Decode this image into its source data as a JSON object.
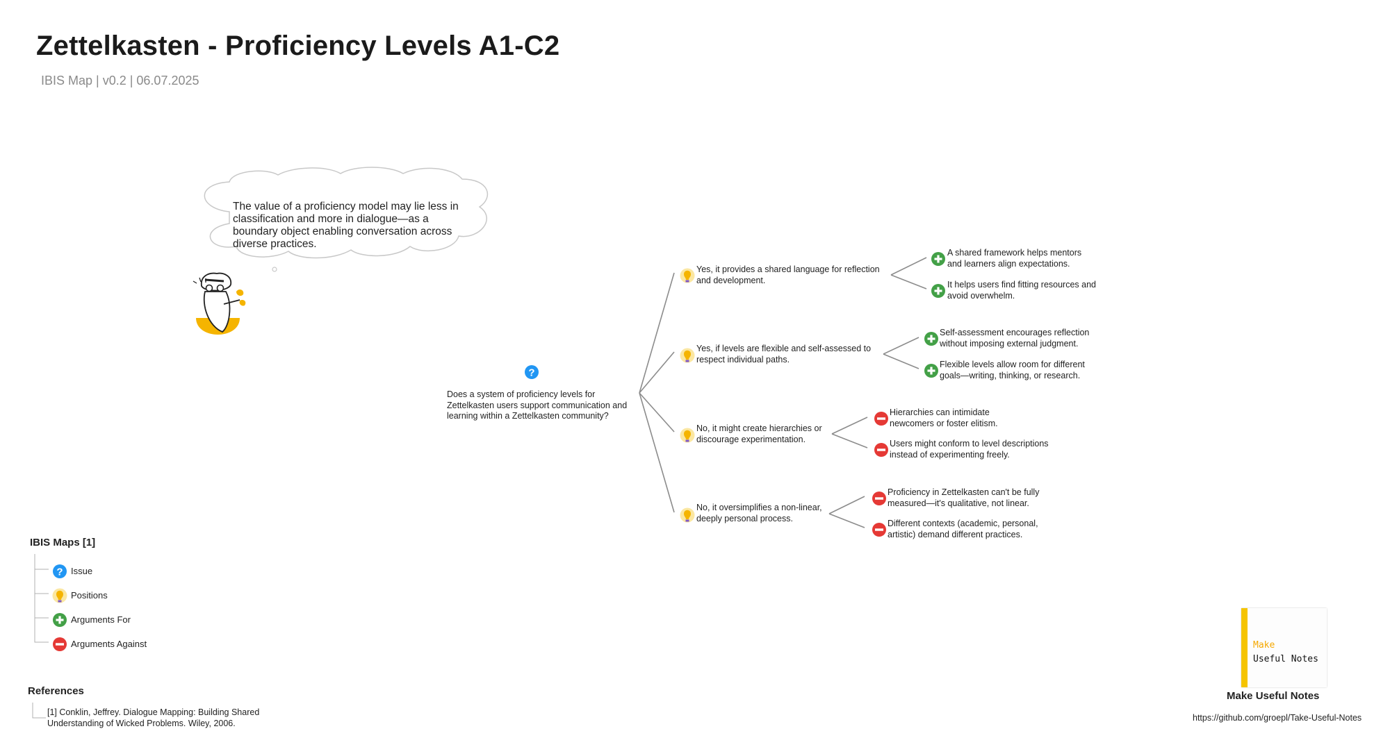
{
  "header": {
    "title": "Zettelkasten - Proficiency Levels A1-C2",
    "subtitle": "IBIS Map | v0.2 | 06.07.2025"
  },
  "cloud": {
    "text": "The value of a proficiency model may lie less in classification and more in dialogue—as a boundary object enabling conversation across diverse practices."
  },
  "issue": {
    "icon": "question-icon",
    "text": "Does a system of proficiency levels for Zettelkasten users support communication and learning within a Zettelkasten community?"
  },
  "positions": [
    {
      "text": "Yes, it provides a shared language for reflection and development.",
      "arguments": [
        {
          "type": "pro",
          "text": "A shared framework helps mentors and learners align expectations."
        },
        {
          "type": "pro",
          "text": "It helps users find fitting resources and avoid overwhelm."
        }
      ]
    },
    {
      "text": "Yes, if levels are flexible and self-assessed to respect individual paths.",
      "arguments": [
        {
          "type": "pro",
          "text": "Self-assessment encourages reflection without imposing external judgment."
        },
        {
          "type": "pro",
          "text": "Flexible levels allow room for different goals—writing, thinking, or research."
        }
      ]
    },
    {
      "text": "No, it might create hierarchies or discourage experimentation.",
      "arguments": [
        {
          "type": "con",
          "text": "Hierarchies can intimidate newcomers or foster elitism."
        },
        {
          "type": "con",
          "text": "Users might conform to level descriptions instead of experimenting freely."
        }
      ]
    },
    {
      "text": "No, it oversimplifies a non-linear, deeply personal process.",
      "arguments": [
        {
          "type": "con",
          "text": "Proficiency in Zettelkasten can't be fully measured—it's qualitative, not linear."
        },
        {
          "type": "con",
          "text": "Different contexts (academic, personal, artistic) demand different practices."
        }
      ]
    }
  ],
  "legend": {
    "title": "IBIS Maps [1]",
    "items": [
      {
        "label": "Issue",
        "icon": "question-icon"
      },
      {
        "label": "Positions",
        "icon": "lightbulb-icon"
      },
      {
        "label": "Arguments For",
        "icon": "plus-icon"
      },
      {
        "label": "Arguments Against",
        "icon": "minus-icon"
      }
    ]
  },
  "references": {
    "title": "References",
    "items": [
      "[1] Conklin, Jeffrey. Dialogue Mapping: Building Shared Understanding of Wicked Problems. Wiley, 2006."
    ]
  },
  "book": {
    "cover_line1": "Make",
    "cover_line2": "Useful Notes",
    "title": "Make Useful Notes",
    "url": "https://github.com/groepl/Take-Useful-Notes"
  },
  "colors": {
    "issue": "#2196f3",
    "position": "#f5b400",
    "pro": "#43a047",
    "con": "#e53935",
    "connector": "#8c8c8c"
  }
}
